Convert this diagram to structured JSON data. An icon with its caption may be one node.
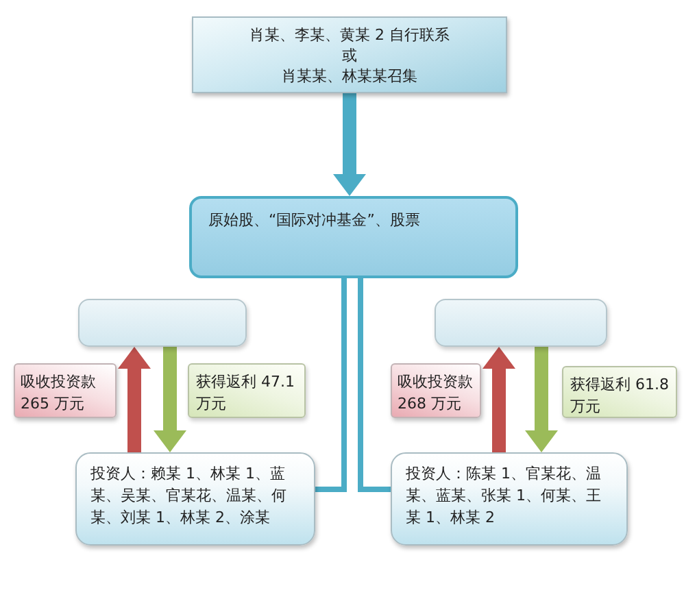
{
  "diagram": {
    "nodes": [
      {
        "text": [
          "肖某、李某、黄某 2 自行联系",
          "或",
          "肖某某、林某某召集"
        ]
      },
      {
        "text": [
          "原始股、“国际对冲基金”、股票"
        ]
      },
      {
        "text": [],
        "shape": "box"
      },
      {
        "text": [],
        "shape": "box"
      },
      {
        "text": [
          "吸收投资款 265 万元"
        ]
      },
      {
        "text": [
          "获得返利 47.1 万元"
        ]
      },
      {
        "text": [
          "吸收投资款 268 万元"
        ]
      },
      {
        "text": [
          "获得返利 61.8 万元"
        ]
      },
      {
        "text": [
          "投资人：赖某 1、林某 1、蓝某、吴某、官某花、温某、何某、刘某 1、林某 2、涂某"
        ]
      },
      {
        "text": [
          "投资人：陈某 1、官某花、温某、蓝某、张某 1、何某、王某 1、林某 2"
        ]
      }
    ],
    "edges": [
      {
        "from": 0,
        "to": 1,
        "arrow": "to",
        "color": "#4bacc6"
      },
      {
        "from": 8,
        "to": 2,
        "arrow": "to",
        "color": "#c0504d"
      },
      {
        "from": 2,
        "to": 8,
        "arrow": "to",
        "color": "#9bbb59"
      },
      {
        "from": 9,
        "to": 3,
        "arrow": "to",
        "color": "#c0504d"
      },
      {
        "from": 3,
        "to": 9,
        "arrow": "to",
        "color": "#9bbb59"
      },
      {
        "from": 1,
        "to": 8,
        "arrow": "none",
        "color": "#4bacc6"
      },
      {
        "from": 1,
        "to": 9,
        "arrow": "none",
        "color": "#4bacc6"
      }
    ]
  }
}
